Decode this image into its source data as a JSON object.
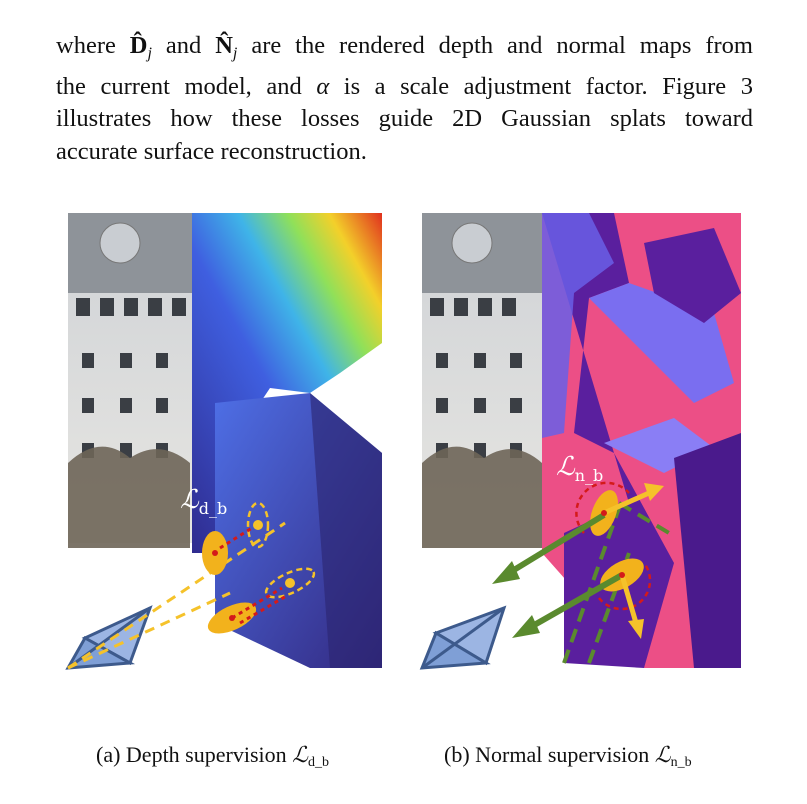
{
  "paragraph": {
    "line1_a": "where ",
    "D_symbol": "D̂",
    "j": "j",
    "line1_b": " and ",
    "N_symbol": "N̂",
    "line1_c": " are the rendered depth and normal maps from",
    "line2": "the current model, and ",
    "alpha": "α",
    "line2_b": " is a scale adjustment factor. Figure 3",
    "line3": "illustrates how these losses guide 2D Gaussian splats toward",
    "line4": "accurate surface reconstruction."
  },
  "figure_a": {
    "loss_label_main": "ℒ",
    "loss_label_sub": "d_b",
    "caption_prefix": "(a) Depth supervision ",
    "caption_symbol": "ℒ",
    "caption_sub": "d_b"
  },
  "figure_b": {
    "loss_label_main": "ℒ",
    "loss_label_sub": "n_b",
    "caption_prefix": "(b) Normal supervision ",
    "caption_symbol": "ℒ",
    "caption_sub": "n_b"
  },
  "colors": {
    "gaussian": "#f2b21c",
    "arrow_yellow": "#f5c22a",
    "arrow_green": "#5a8a2e",
    "camera": "#7f9fd6",
    "depth_red": "#e0301e",
    "depth_blue": "#3f4fd8",
    "normal_pink": "#ec4f86",
    "normal_purple": "#5a1f9e"
  }
}
